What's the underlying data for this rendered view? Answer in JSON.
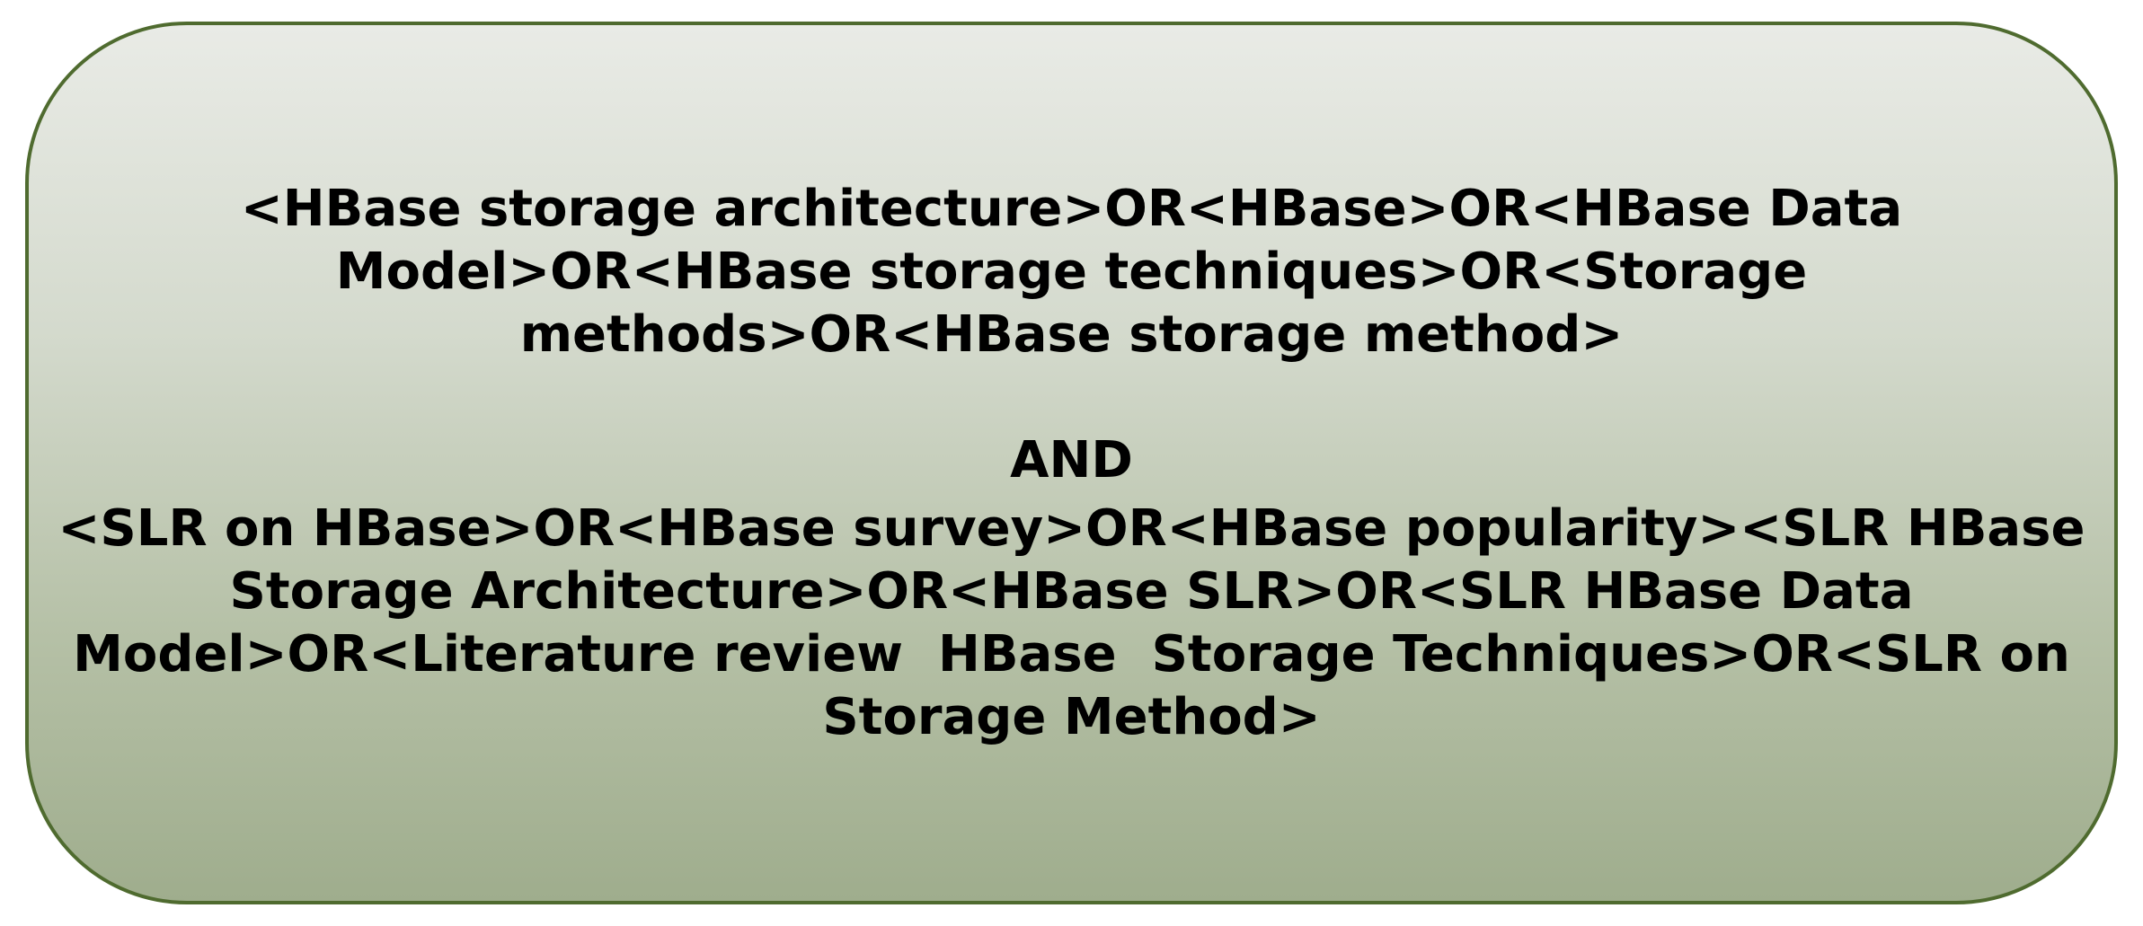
{
  "query_box": {
    "block1": {
      "lines": [
        "<HBase storage architecture>OR<HBase>OR<HBase Data",
        "Model>OR<HBase storage techniques>OR<Storage",
        "methods>OR<HBase storage method>"
      ]
    },
    "operator": "AND",
    "block2": {
      "lines": [
        "<SLR on HBase>OR<HBase survey>OR<HBase popularity><SLR HBase",
        "Storage Architecture>OR<HBase SLR>OR<SLR HBase Data",
        "Model>OR<Literature review  HBase  Storage Techniques>OR<SLR on",
        "Storage Method>"
      ]
    }
  },
  "colors": {
    "border": "#4f6b2f",
    "fill_top": "#e9ebe6",
    "fill_bottom": "#9fad8d",
    "text": "#000000"
  }
}
